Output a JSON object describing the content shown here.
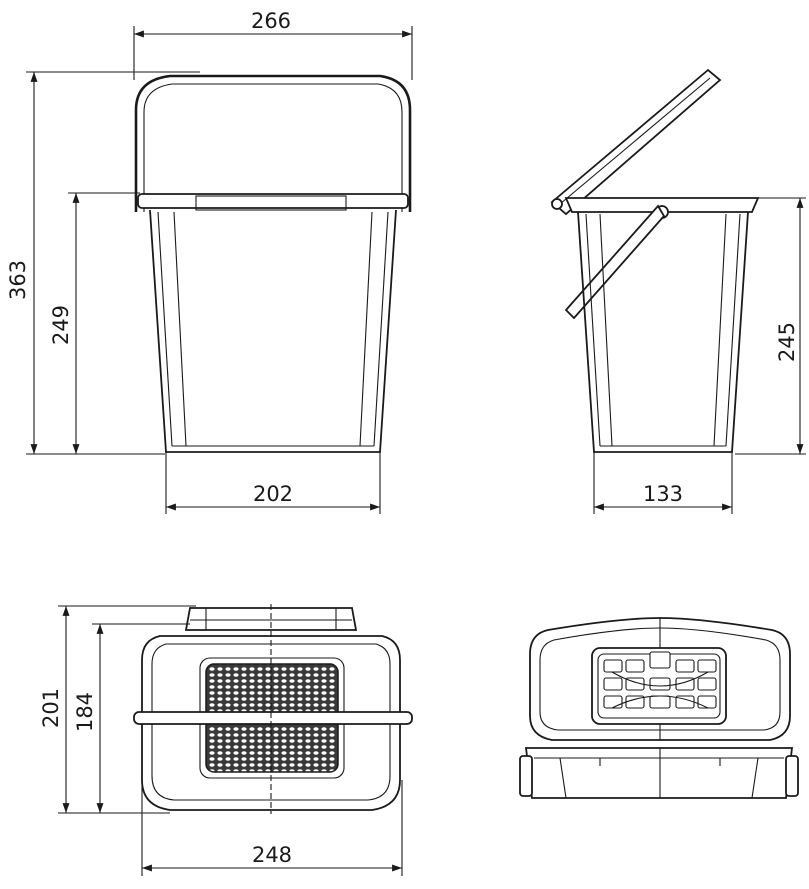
{
  "dimensions": {
    "front_width_top": "266",
    "front_total_height": "363",
    "front_body_height": "249",
    "front_base_width": "202",
    "side_height": "245",
    "side_base_width": "133",
    "top_depth_outer": "201",
    "top_depth_inner": "184",
    "top_width": "248"
  },
  "colors": {
    "line": "#1a1a1a",
    "background": "#ffffff"
  }
}
